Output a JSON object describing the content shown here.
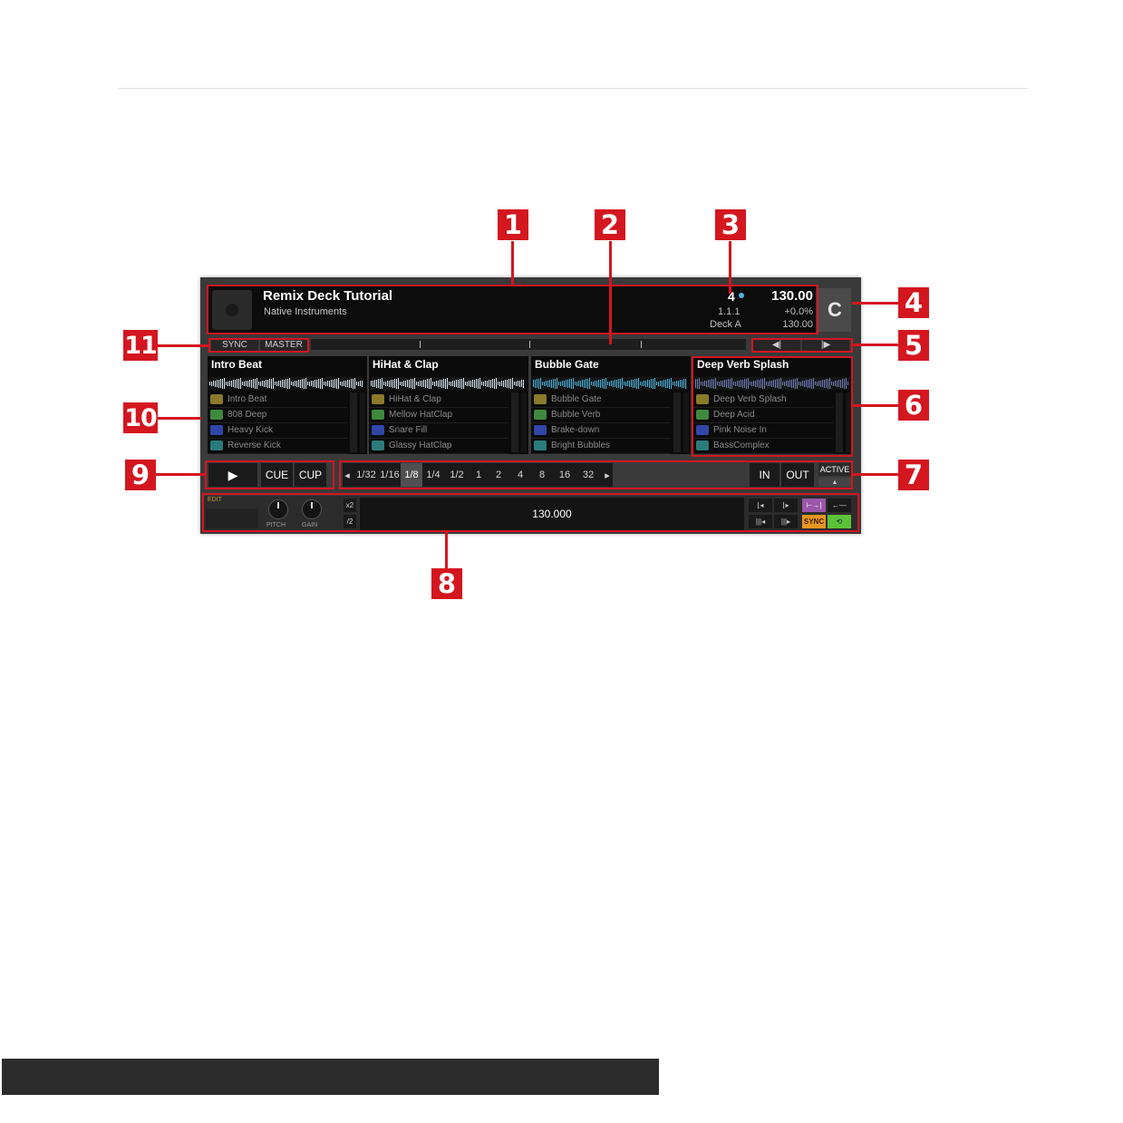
{
  "track": {
    "title": "Remix Deck Tutorial",
    "artist": "Native Instruments",
    "beat": "4",
    "bpm": "130.00",
    "position": "1.1.1",
    "tempo_offset": "+0.0%",
    "deck_name": "Deck A",
    "tempo": "130.00",
    "deck_letter": "C"
  },
  "sync": {
    "sync_label": "SYNC",
    "master_label": "MASTER"
  },
  "nav": {
    "prev": "◀|",
    "next": "|▶"
  },
  "slots": [
    {
      "title": "Intro Beat",
      "samples": [
        {
          "name": "Intro Beat",
          "color": "#8a7a2a"
        },
        {
          "name": "808 Deep",
          "color": "#3d8a3d"
        },
        {
          "name": "Heavy Kick",
          "color": "#3046a8"
        },
        {
          "name": "Reverse Kick",
          "color": "#2c7b7b"
        }
      ]
    },
    {
      "title": "HiHat & Clap",
      "samples": [
        {
          "name": "HiHat & Clap",
          "color": "#8a7a2a"
        },
        {
          "name": "Mellow HatClap",
          "color": "#3d8a3d"
        },
        {
          "name": "Snare Fill",
          "color": "#3046a8"
        },
        {
          "name": "Glassy HatClap",
          "color": "#2c7b7b"
        }
      ]
    },
    {
      "title": "Bubble Gate",
      "samples": [
        {
          "name": "Bubble Gate",
          "color": "#8a7a2a"
        },
        {
          "name": "Bubble Verb",
          "color": "#3d8a3d"
        },
        {
          "name": "Brake-down",
          "color": "#3046a8"
        },
        {
          "name": "Bright Bubbles",
          "color": "#2c7b7b"
        }
      ]
    },
    {
      "title": "Deep Verb Splash",
      "samples": [
        {
          "name": "Deep Verb Splash",
          "color": "#8a7a2a"
        },
        {
          "name": "Deep Acid",
          "color": "#3d8a3d"
        },
        {
          "name": "Pink Noise In",
          "color": "#3046a8"
        },
        {
          "name": "BassComplex",
          "color": "#2c7b7b"
        }
      ]
    }
  ],
  "transport": {
    "play": "▶",
    "cue": "CUE",
    "cup": "CUP"
  },
  "loop": {
    "prev_arrow": "◂",
    "next_arrow": "▸",
    "sizes": [
      "1/32",
      "1/16",
      "1/8",
      "1/4",
      "1/2",
      "1",
      "2",
      "4",
      "8",
      "16",
      "32"
    ],
    "selected": "1/8",
    "in": "IN",
    "out": "OUT",
    "active": "ACTIVE",
    "active_sub": "▲"
  },
  "bottom": {
    "edit": "EDIT",
    "pitch": "PITCH",
    "gain": "GAIN",
    "x2": "x2",
    "half": "/2",
    "display": "130.000",
    "b1": "⌊◂",
    "b2": "⌊▸",
    "b3": "⊢→|",
    "b4": "←—",
    "b5": "|||◂",
    "b6": "|||▸",
    "sync": "SYNC",
    "loop": "⟲"
  },
  "callouts": [
    "1",
    "2",
    "3",
    "4",
    "5",
    "6",
    "7",
    "8",
    "9",
    "10",
    "11"
  ],
  "colors": {
    "callout": "#d4161f",
    "loop_active_bar": "#e8a13a",
    "wave_teal": "#4fb4e0"
  }
}
